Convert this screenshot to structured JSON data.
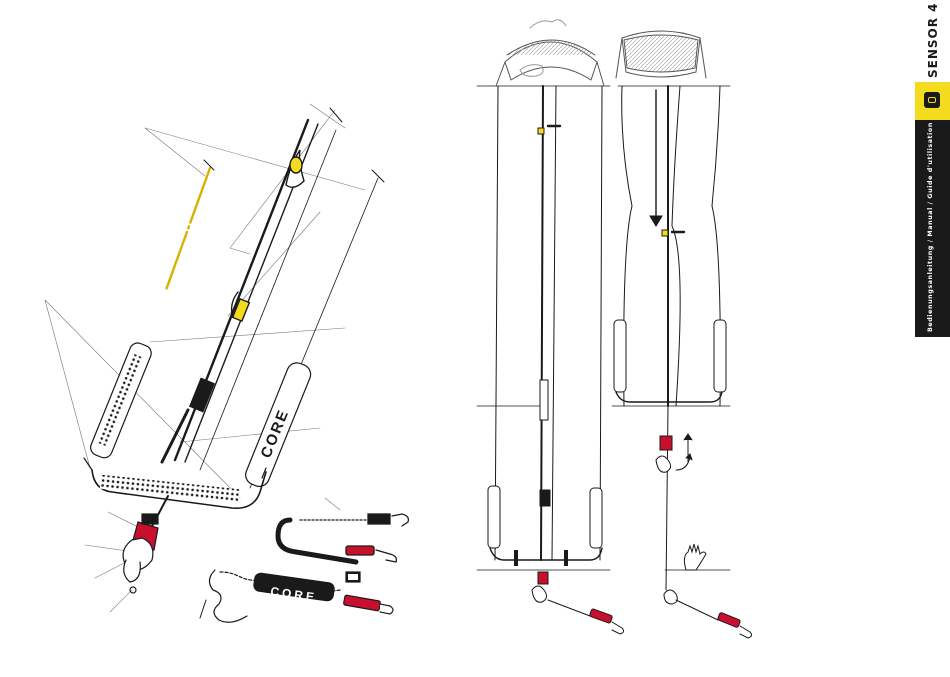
{
  "sidebar": {
    "product_title": "SENSOR 4",
    "manual_subtitle": "Bedienungsanleitung / Manual / Guide d'utilisation",
    "accent_color": "#f2dc1d",
    "band_color": "#1a1a1a",
    "logo_icon": "core-logo-icon"
  },
  "brand": {
    "bar_grip_text": "CORE",
    "leash_text": "CORE"
  },
  "colors": {
    "line": "#1a1a1a",
    "depower_red": "#c8102e",
    "trim_yellow": "#d8b200",
    "kite_outline": "#555555"
  }
}
